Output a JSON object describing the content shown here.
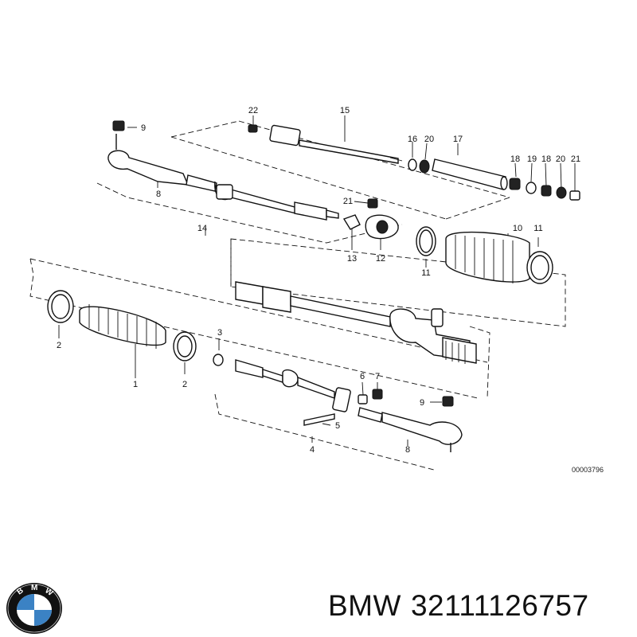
{
  "diagram": {
    "labels": [
      "22",
      "15",
      "9",
      "16",
      "20",
      "17",
      "18",
      "19",
      "18",
      "20",
      "21",
      "8",
      "14",
      "21",
      "13",
      "12",
      "10",
      "11",
      "11",
      "3",
      "2",
      "1",
      "2",
      "6",
      "7",
      "9",
      "5",
      "4",
      "8"
    ],
    "reference_number": "00003796"
  },
  "brand": {
    "name": "BMW",
    "part_number": "32111126757",
    "logo_letters": [
      "B",
      "M",
      "W"
    ],
    "colors": {
      "logo_blue": "#3b82c4",
      "logo_black": "#111111"
    }
  }
}
